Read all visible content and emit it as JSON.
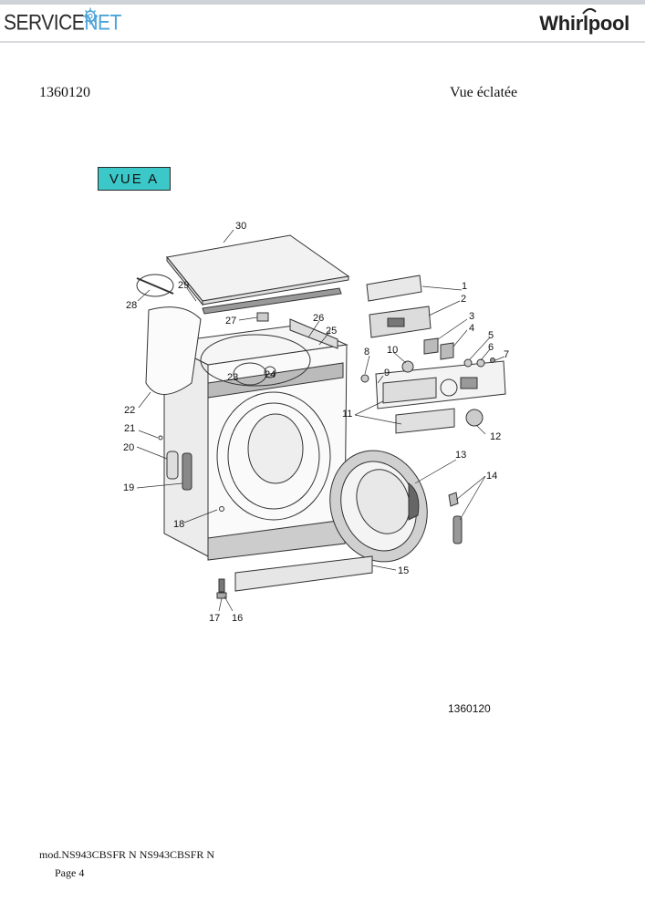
{
  "header": {
    "brand_left_a": "SERVICE",
    "brand_left_b": "NET",
    "brand_right": "Whirlpool"
  },
  "document": {
    "number": "1360120",
    "title": "Vue éclatée",
    "view_label": "VUE A",
    "figure_ref": "1360120"
  },
  "callouts": [
    "1",
    "2",
    "3",
    "4",
    "5",
    "6",
    "7",
    "8",
    "9",
    "10",
    "11",
    "12",
    "13",
    "14",
    "15",
    "16",
    "17",
    "18",
    "19",
    "20",
    "21",
    "22",
    "23",
    "24",
    "25",
    "26",
    "27",
    "28",
    "29",
    "30"
  ],
  "footer": {
    "model": "mod.NS943CBSFR N NS943CBSFR N",
    "page": "Page 4"
  }
}
